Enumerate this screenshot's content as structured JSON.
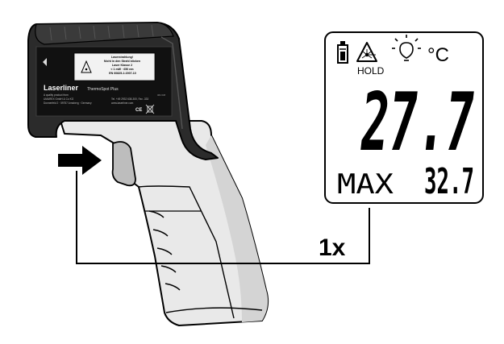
{
  "device": {
    "brand": "Laserliner",
    "model": "ThermoSpot Plus",
    "warning_lines": [
      "Laserstrahlung!",
      "Nicht in den Strahl blicken",
      "Laser Klasse 2",
      "< 1 mW · 650 nm",
      "EN 60825-1:2007-10"
    ],
    "address_lines": [
      "A quality product from",
      "UMAREX GmbH & Co KG",
      "Donnerfeld 2 · 59757 Arnsberg · Germany"
    ],
    "contact_lines": [
      "Tel. +49 2932 638-300, Fax -333",
      "www.laserliner.com"
    ],
    "marks": "CE",
    "code": "082.038"
  },
  "display": {
    "unit": "°C",
    "hold_label": "HOLD",
    "main_value": "27.7",
    "max_label": "MAX",
    "max_value": "32.7"
  },
  "callout": {
    "label": "1x"
  },
  "icons": [
    "battery-icon",
    "laser-warning-icon",
    "backlight-bulb-icon",
    "press-arrow-icon"
  ],
  "colors": {
    "body_dark": "#2b2b2b",
    "grip_light": "#e9e9e9",
    "line": "#000000"
  }
}
